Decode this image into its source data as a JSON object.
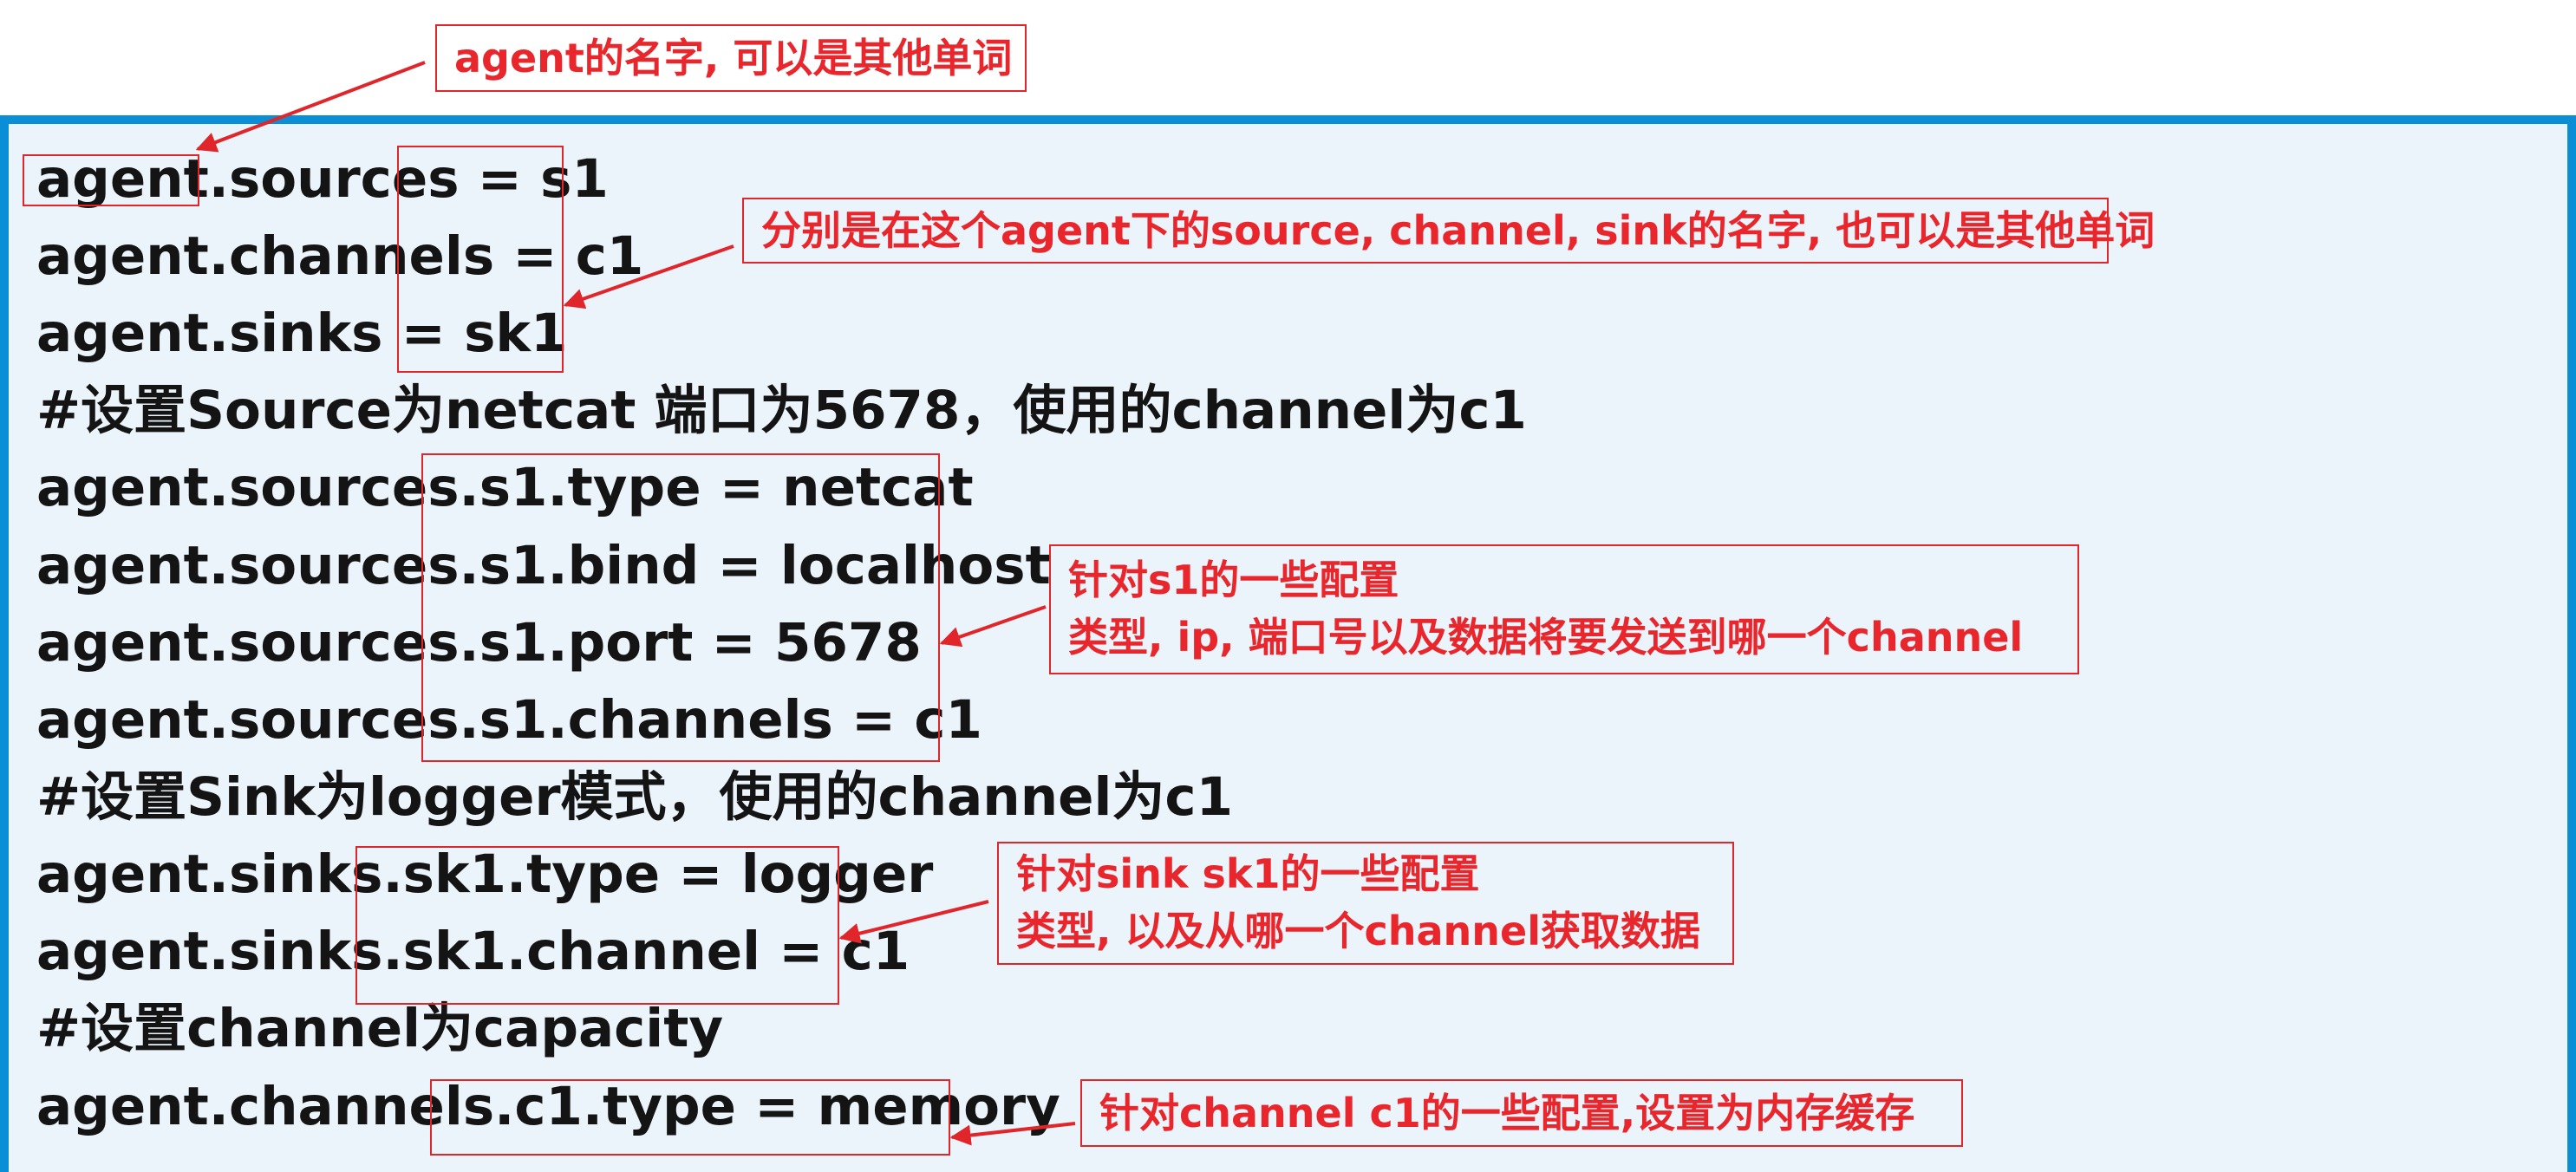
{
  "code_lines": [
    "agent.sources = s1",
    "agent.channels = c1",
    "agent.sinks = sk1",
    "#设置Source为netcat 端口为5678，使用的channel为c1",
    "agent.sources.s1.type = netcat",
    "agent.sources.s1.bind = localhost",
    "agent.sources.s1.port = 5678",
    "agent.sources.s1.channels = c1",
    "#设置Sink为logger模式，使用的channel为c1",
    "agent.sinks.sk1.type = logger",
    "agent.sinks.sk1.channel = c1",
    "#设置channel为capacity",
    "agent.channels.c1.type = memory"
  ],
  "notes": {
    "agent_name": "agent的名字, 可以是其他单词",
    "component_names": "分别是在这个agent下的source, channel, sink的名字, 也可以是其他单词",
    "source_config": {
      "line1": "针对s1的一些配置",
      "line2": "类型, ip, 端口号以及数据将要发送到哪一个channel"
    },
    "sink_config": {
      "line1": "针对sink sk1的一些配置",
      "line2": "类型, 以及从哪一个channel获取数据"
    },
    "channel_config": "针对channel c1的一些配置,设置为内存缓存"
  },
  "colors": {
    "annotation": "#e8262c",
    "panel_border": "#0a8fd6",
    "panel_bg": "#ebf3fb",
    "code_text": "#141414"
  }
}
